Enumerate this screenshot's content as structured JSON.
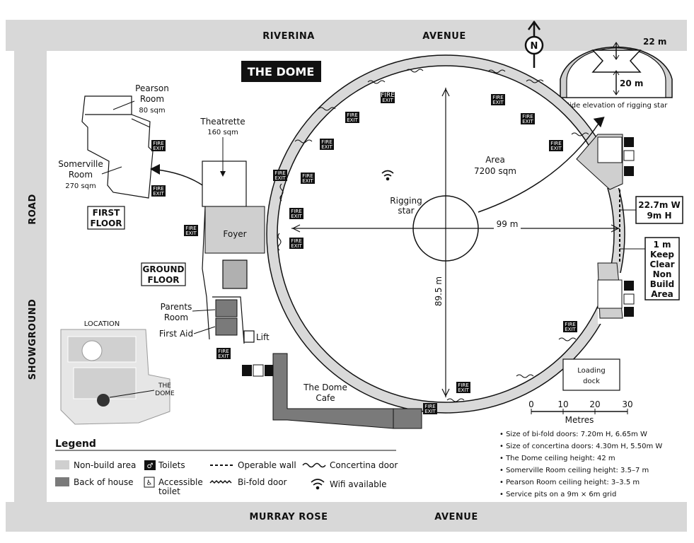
{
  "title": "THE DOME",
  "roads": {
    "top_left": "RIVERINA",
    "top_right": "AVENUE",
    "bottom_left": "MURRAY ROSE",
    "bottom_right": "AVENUE",
    "left_top": "ROAD",
    "left_bottom": "SHOWGROUND"
  },
  "compass": "N",
  "rigging_inset": {
    "top_dim": "22 m",
    "bottom_dim": "20 m",
    "caption": "Side elevation of rigging star"
  },
  "dome": {
    "area_label": "Area",
    "area_value": "7200 sqm",
    "rigging_line1": "Rigging",
    "rigging_line2": "star",
    "width_dim": "99 m",
    "height_dim": "89.5 m"
  },
  "rooms": {
    "pearson_line1": "Pearson",
    "pearson_line2": "Room",
    "pearson_area": "80 sqm",
    "somerville_line1": "Somerville",
    "somerville_line2": "Room",
    "somerville_area": "270 sqm",
    "first_floor_line1": "FIRST",
    "first_floor_line2": "FLOOR",
    "theatrette": "Theatrette",
    "theatrette_area": "160 sqm",
    "foyer": "Foyer",
    "ground_floor_line1": "GROUND",
    "ground_floor_line2": "FLOOR",
    "parents_line1": "Parents",
    "parents_line2": "Room",
    "first_aid": "First Aid",
    "lift": "Lift",
    "cafe_line1": "The Dome",
    "cafe_line2": "Cafe",
    "loading_line1": "Loading",
    "loading_line2": "dock"
  },
  "fire_exit_line1": "FIRE",
  "fire_exit_line2": "EXIT",
  "door_box_line1": "22.7m W",
  "door_box_line2": "9m H",
  "keep_clear": [
    "1 m",
    "Keep",
    "Clear",
    "Non",
    "Build",
    "Area"
  ],
  "location": {
    "title": "LOCATION",
    "marker_line1": "THE",
    "marker_line2": "DOME"
  },
  "scale": {
    "ticks": [
      "0",
      "10",
      "20",
      "30"
    ],
    "unit": "Metres"
  },
  "notes": [
    "• Size of bi-fold doors: 7.20m H, 6.65m W",
    "• Size of concertina doors: 4.30m H, 5.50m W",
    "• The Dome ceiling height: 42 m",
    "• Somerville Room ceiling height: 3.5–7 m",
    "• Pearson Room ceiling height: 3–3.5 m",
    "• Service pits on a 9m × 6m grid"
  ],
  "legend": {
    "title": "Legend",
    "non_build": "Non-build area",
    "back_of_house": "Back of house",
    "toilets": "Toilets",
    "accessible_line1": "Accessible",
    "accessible_line2": "toilet",
    "operable_wall": "Operable wall",
    "bifold": "Bi-fold door",
    "concertina": "Concertina door",
    "wifi": "Wifi available"
  },
  "colors": {
    "road": "#d8d8d8",
    "non_build": "#cfcfcf",
    "back_of_house": "#7a7a7a",
    "ink": "#111111"
  }
}
